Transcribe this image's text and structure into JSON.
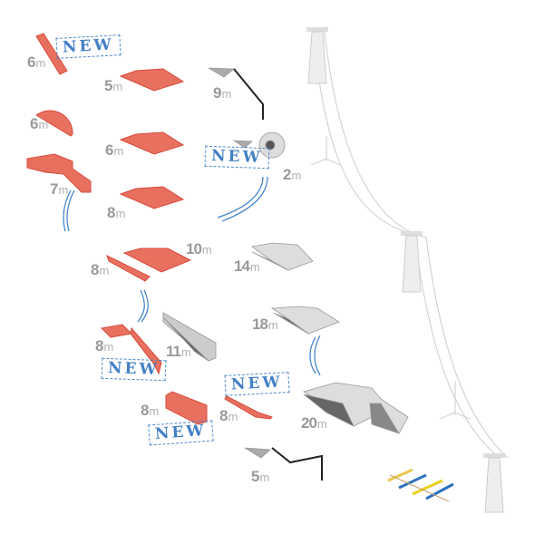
{
  "labels": [
    {
      "value": "6",
      "unit": "m"
    },
    {
      "value": "5",
      "unit": "m"
    },
    {
      "value": "9",
      "unit": "m"
    },
    {
      "value": "6",
      "unit": "m"
    },
    {
      "value": "6",
      "unit": "m"
    },
    {
      "value": "2",
      "unit": "m"
    },
    {
      "value": "7",
      "unit": "m"
    },
    {
      "value": "8",
      "unit": "m"
    },
    {
      "value": "10",
      "unit": "m"
    },
    {
      "value": "8",
      "unit": "m"
    },
    {
      "value": "14",
      "unit": "m"
    },
    {
      "value": "18",
      "unit": "m"
    },
    {
      "value": "8",
      "unit": "m"
    },
    {
      "value": "11",
      "unit": "m"
    },
    {
      "value": "8",
      "unit": "m"
    },
    {
      "value": "8",
      "unit": "m"
    },
    {
      "value": "20",
      "unit": "m"
    },
    {
      "value": "5",
      "unit": "m"
    }
  ],
  "stamp_text": "NEW",
  "colors": {
    "new_obstacle": "#e8705f",
    "existing_obstacle": "#d9d9d9",
    "stamp": "#2f72c0",
    "label": "#9a9a9a"
  }
}
